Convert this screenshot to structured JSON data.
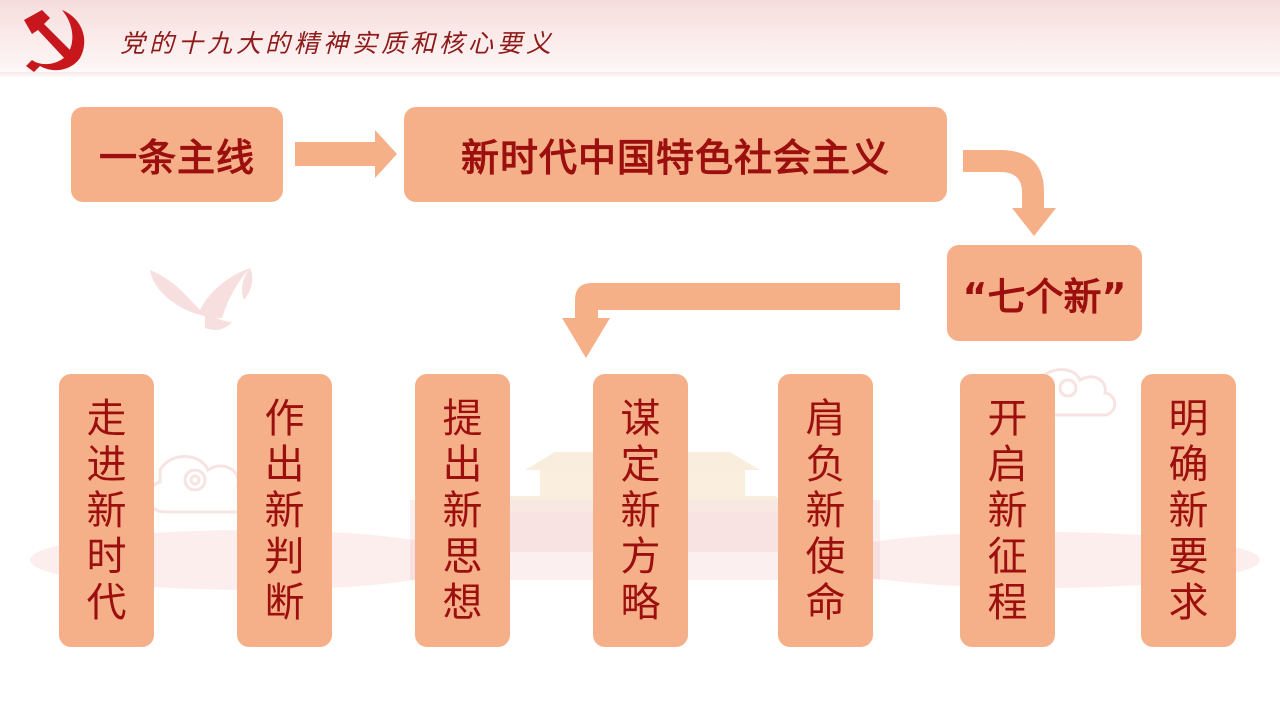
{
  "header": {
    "title": "党的十九大的精神实质和核心要义"
  },
  "diagram": {
    "main_line": "一条主线",
    "socialism": "新时代中国特色社会主义",
    "seven_new": "“七个新”",
    "items": [
      "走进新时代",
      "作出新判断",
      "提出新思想",
      "谋定新方略",
      "肩负新使命",
      "开启新征程",
      "明确新要求"
    ]
  },
  "colors": {
    "box_fill": "#f6b089",
    "text_red": "#9c0f0f",
    "arrow": "#f5b088",
    "header_band": "#f6dcdc"
  }
}
